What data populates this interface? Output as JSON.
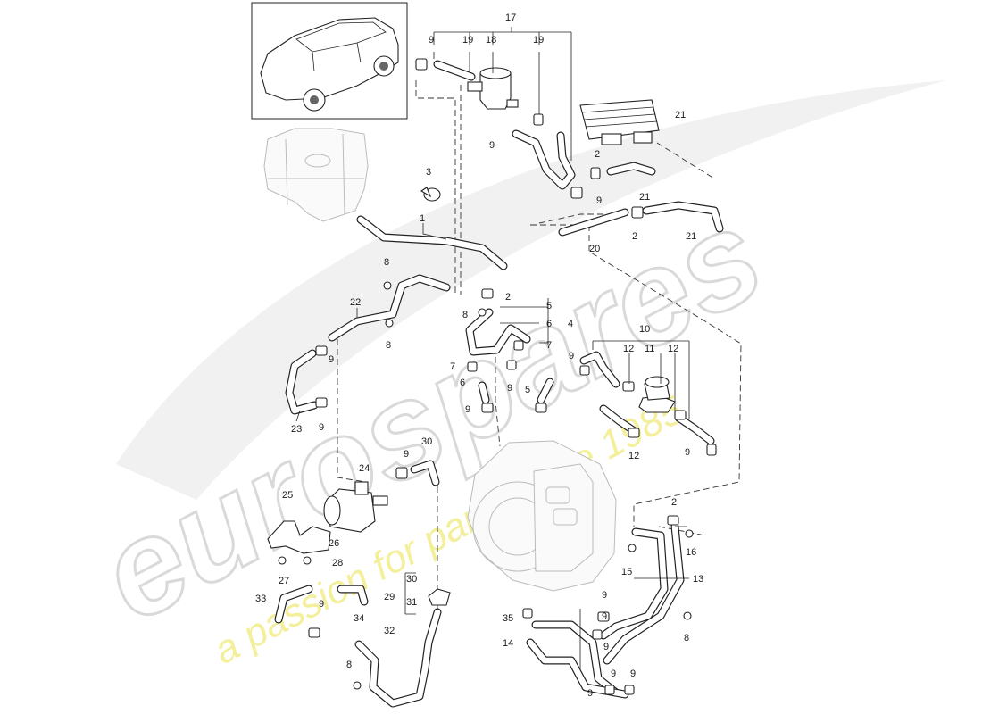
{
  "watermark": {
    "brand": "eurospares",
    "tagline": "a passion for parts since 1985",
    "brand_color": "#d9d9d9",
    "tagline_color": "#f3ef9a"
  },
  "callouts": {
    "c1": "1",
    "c2a": "2",
    "c2b": "2",
    "c2c": "2",
    "c2d": "2",
    "c3": "3",
    "c4": "4",
    "c5a": "5",
    "c5b": "5",
    "c6a": "6",
    "c6b": "6",
    "c7a": "7",
    "c7b": "7",
    "c8a": "8",
    "c8b": "8",
    "c8c": "8",
    "c8d": "8",
    "c8e": "8",
    "c9a": "9",
    "c9b": "9",
    "c9c": "9",
    "c9d": "9",
    "c9e": "9",
    "c9f": "9",
    "c9g": "9",
    "c9h": "9",
    "c9i": "9",
    "c9j": "9",
    "c9k": "9",
    "c9l": "9",
    "c9m": "9",
    "c9n": "9",
    "c9o": "9",
    "c9p": "9",
    "c10": "10",
    "c11": "11",
    "c12a": "12",
    "c12b": "12",
    "c12c": "12",
    "c13": "13",
    "c14": "14",
    "c15": "15",
    "c16": "16",
    "c17": "17",
    "c18": "18",
    "c19a": "19",
    "c19b": "19",
    "c20": "20",
    "c21a": "21",
    "c21b": "21",
    "c21c": "21",
    "c22": "22",
    "c23": "23",
    "c24": "24",
    "c25": "25",
    "c26": "26",
    "c27": "27",
    "c28": "28",
    "c29": "29",
    "c30a": "30",
    "c30b": "30",
    "c31": "31",
    "c32": "32",
    "c33": "33",
    "c34": "34",
    "c35": "35"
  }
}
